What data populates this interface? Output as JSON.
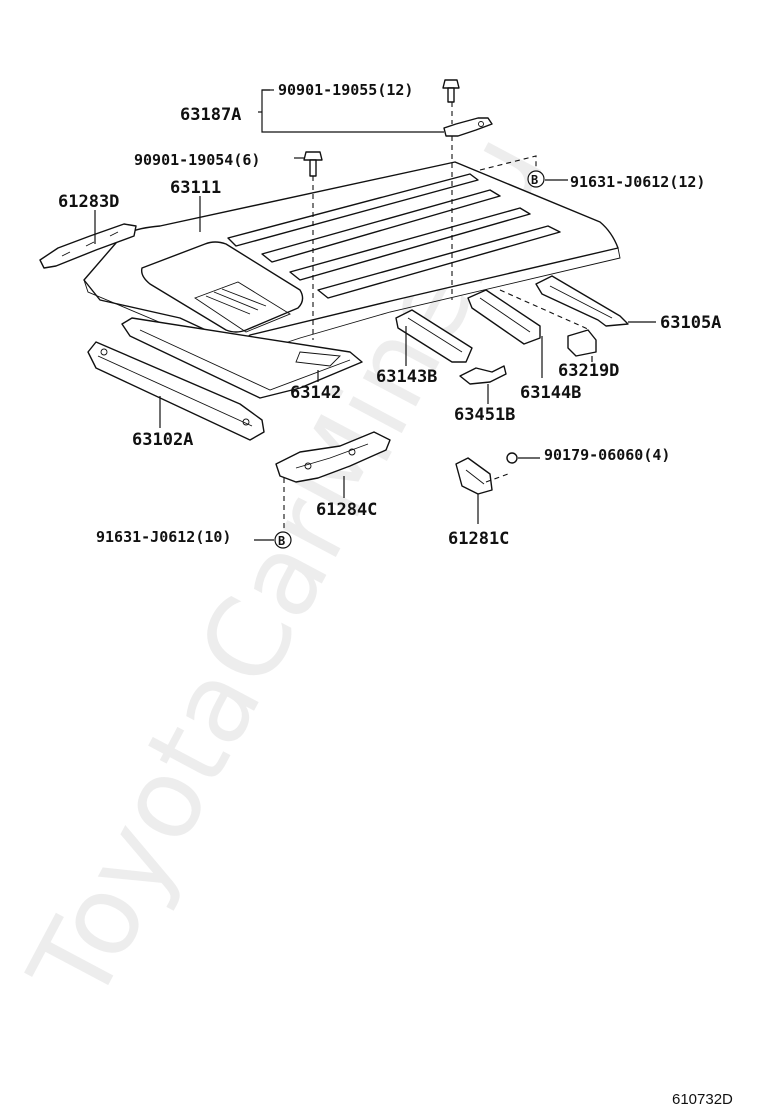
{
  "watermark": "ToyotaCarMine.ru",
  "drawing_code": "610732D",
  "callout_letter": "B",
  "labels": {
    "p63187A": "63187A",
    "p90901_19055": "90901-19055(12)",
    "p90901_19054": "90901-19054(6)",
    "p91631_j0612_12": "91631-J0612(12)",
    "p61283D": "61283D",
    "p63111": "63111",
    "p63105A": "63105A",
    "p63219D": "63219D",
    "p63143B": "63143B",
    "p63144B": "63144B",
    "p63142": "63142",
    "p63451B": "63451B",
    "p63102A": "63102A",
    "p90179_06060": "90179-06060(4)",
    "p61284C": "61284C",
    "p61281C": "61281C",
    "p91631_j0612_10": "91631-J0612(10)"
  }
}
